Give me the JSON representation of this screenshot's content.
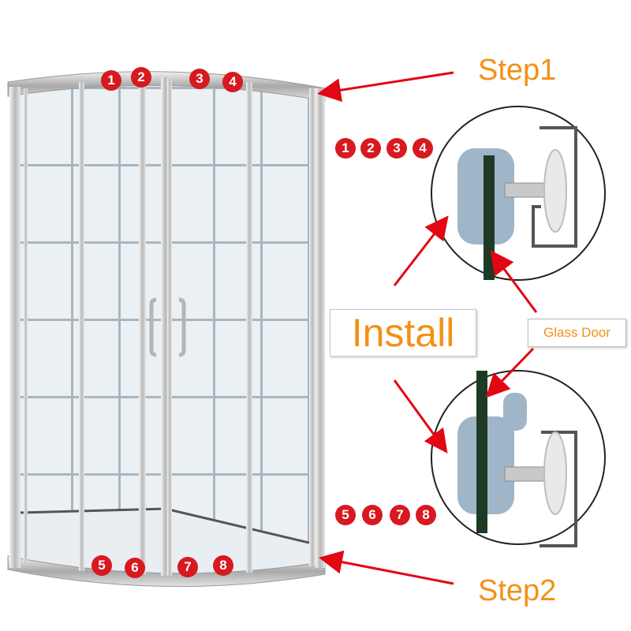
{
  "labels": {
    "step1": "Step1",
    "step2": "Step2",
    "install": "Install",
    "glass_door": "Glass Door"
  },
  "badges_top_door": [
    "1",
    "2",
    "3",
    "4"
  ],
  "badges_top_side": [
    "1",
    "2",
    "3",
    "4"
  ],
  "badges_bottom_door": [
    "5",
    "6",
    "7",
    "8"
  ],
  "badges_bottom_side": [
    "5",
    "6",
    "7",
    "8"
  ],
  "colors": {
    "badge": "#d71920",
    "label_orange": "#f39016",
    "arrow_red": "#e30613",
    "roller_blue": "#9fb6c9",
    "glass_green": "#1f3a24",
    "frame_silver": "#c4c4c4"
  }
}
